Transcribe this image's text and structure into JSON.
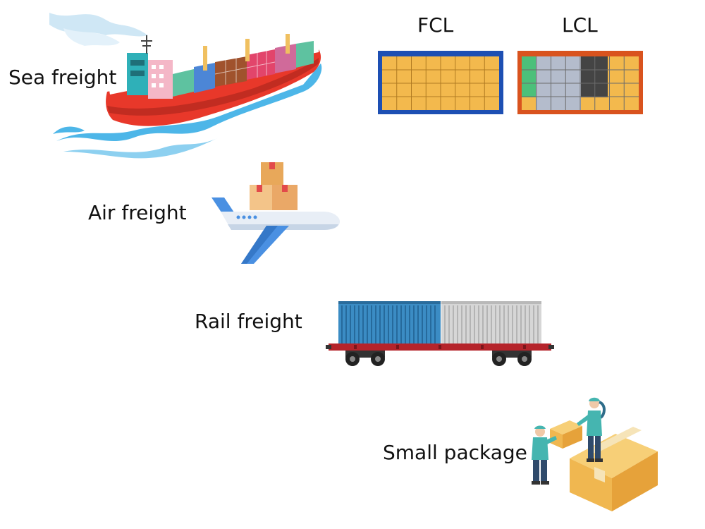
{
  "modes": {
    "sea": "Sea freight",
    "air": "Air freight",
    "rail": "Rail freight",
    "small": "Small package"
  },
  "containers": {
    "fcl": "FCL",
    "lcl": "LCL"
  },
  "colors": {
    "hull": "#e8382a",
    "water": "#4db6e8",
    "fcl_frame": "#1d4fb3",
    "lcl_frame": "#d9531e",
    "carton": "#f3b94d",
    "container_blue": "#3b8cc4",
    "container_grey": "#d6d6d6",
    "railcar": "#b5242b",
    "worker": "#45b5b0"
  },
  "icons": [
    "container-ship-icon",
    "cargo-plane-icon",
    "rail-wagon-icon",
    "delivery-workers-icon",
    "fcl-container-icon",
    "lcl-container-icon"
  ]
}
